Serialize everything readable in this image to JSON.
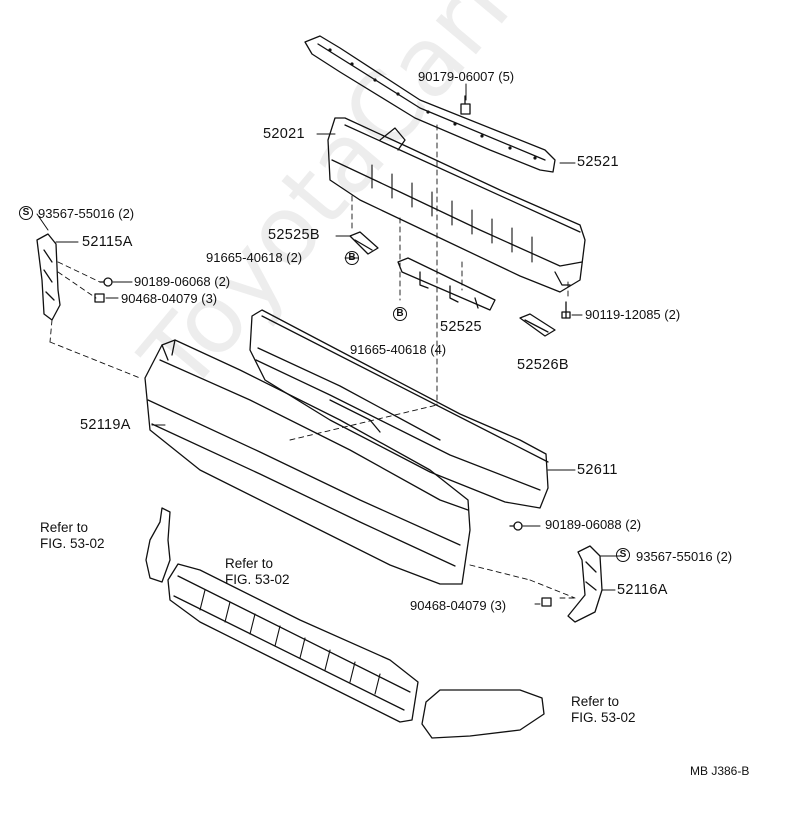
{
  "watermark": "ToyotaCarMe.ru",
  "diagram_code": "MB J386-B",
  "symbols": {
    "s": "S",
    "b": "B"
  },
  "parts": {
    "p90179": "90179-06007 (5)",
    "p52021": "52021",
    "p52521": "52521",
    "p93567_left": "93567-55016 (2)",
    "p52115A": "52115A",
    "p52525B": "52525B",
    "p91665_top": "91665-40618 (2)",
    "p90189_left": "90189-06068 (2)",
    "p90468_left": "90468-04079 (3)",
    "p90119": "90119-12085 (2)",
    "p52525": "52525",
    "p91665_bottom": "91665-40618 (4)",
    "p52526B": "52526B",
    "p52119A": "52119A",
    "p52611": "52611",
    "p90189_right": "90189-06088 (2)",
    "p93567_right": "93567-55016 (2)",
    "p52116A": "52116A",
    "p90468_right": "90468-04079 (3)"
  },
  "refs": {
    "left": [
      "Refer to",
      "FIG. 53-02"
    ],
    "center": [
      "Refer to",
      "FIG. 53-02"
    ],
    "right": [
      "Refer to",
      "FIG. 53-02"
    ]
  }
}
